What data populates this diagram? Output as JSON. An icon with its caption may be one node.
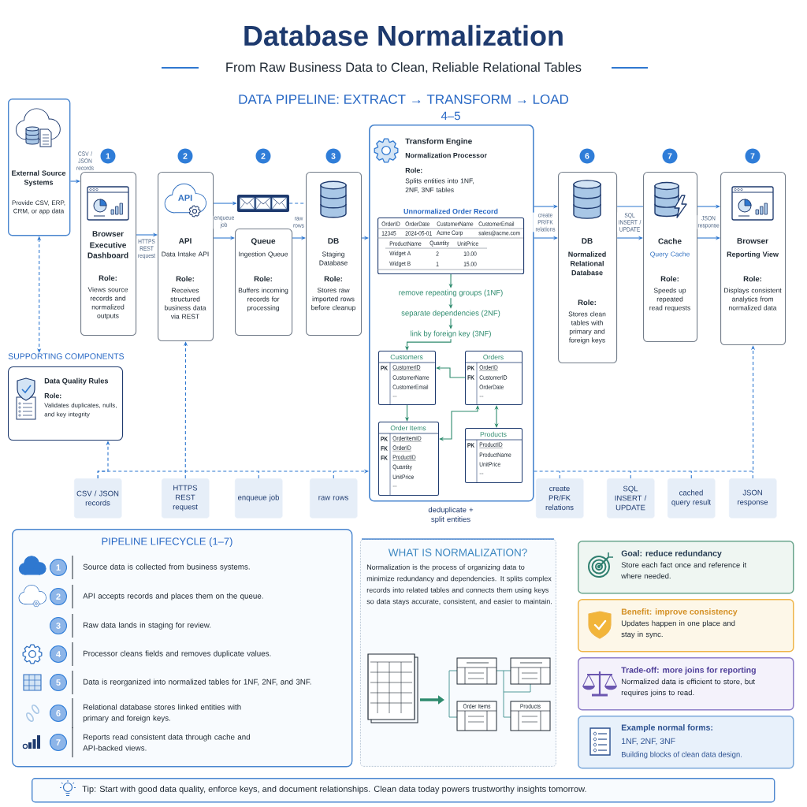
{
  "diagram": {
    "title": "Database Normalization",
    "nodes": [
      {
        "text": [
          "External Source Systems",
          "Provide CSV, ERP, CRM, or app data"
        ]
      },
      {
        "text": [
          "Browser",
          "Executive Dashboard",
          "Role:",
          "Views source records and normalized outputs"
        ],
        "beside": [
          "1"
        ]
      },
      {
        "text": [
          "API",
          "API",
          "Data Intake API",
          "Role:",
          "Receives structured business data via REST"
        ],
        "beside": [
          "2"
        ]
      },
      {
        "text": [
          "Queue",
          "Ingestion Queue",
          "Role:",
          "Buffers incoming records for processing"
        ],
        "beside": [
          "2"
        ]
      },
      {
        "text": [
          "DB",
          "Staging Database",
          "Role:",
          "Stores raw imported rows before cleanup"
        ],
        "beside": [
          "3"
        ]
      },
      {
        "text": [
          "Transform Engine",
          "Normalization Processor",
          "Role:",
          "Splits entities into 1NF, 2NF, 3NF tables"
        ],
        "beside": [
          "4–5"
        ]
      },
      {
        "text": [
          "Unnormalized Order Record",
          "OrderID",
          "OrderDate",
          "CustomerName",
          "CustomerEmail",
          "12345",
          "2024-05-01",
          "Acme Corp",
          "sales@acme.com",
          "ProductName",
          "Quantity",
          "UnitPrice",
          "Widget A",
          "2",
          "10.00",
          "Widget B",
          "1",
          "15.00"
        ],
        "in": 5
      },
      {
        "text": [
          "remove repeating groups (1NF)"
        ],
        "in": 5
      },
      {
        "text": [
          "separate dependencies (2NF)"
        ],
        "in": 5
      },
      {
        "text": [
          "link by foreign key (3NF)"
        ],
        "in": 5
      },
      {
        "text": [
          "Customers",
          "PK",
          "CustomerID",
          "CustomerName",
          "CustomerEmail",
          "..."
        ],
        "in": 5
      },
      {
        "text": [
          "Orders",
          "PK",
          "OrderID",
          "FK",
          "CustomerID",
          "OrderDate",
          "..."
        ],
        "in": 5
      },
      {
        "text": [
          "Order Items",
          "PK",
          "OrderItemID",
          "FK",
          "OrderID",
          "FK",
          "ProductID",
          "Quantity",
          "UnitPrice",
          "..."
        ],
        "in": 5
      },
      {
        "text": [
          "Products",
          "PK",
          "ProductID",
          "ProductName",
          "UnitPrice",
          "..."
        ],
        "in": 5
      },
      {
        "text": [
          "DB",
          "Normalized Relational Database",
          "Role:",
          "Stores clean tables with primary and foreign keys"
        ],
        "beside": [
          "6"
        ]
      },
      {
        "text": [
          "Cache",
          "Query Cache",
          "Role:",
          "Speeds up repeated read requests"
        ],
        "beside": [
          "7"
        ]
      },
      {
        "text": [
          "Browser",
          "Reporting View",
          "Role:",
          "Displays consistent analytics from normalized data"
        ],
        "beside": [
          "7"
        ]
      },
      {
        "text": [
          "SUPPORTING COMPONENTS",
          "Data Quality Rules",
          "Role:",
          "Validates duplicates, nulls, and key integrity"
        ]
      },
      {
        "text": [
          "CSV / JSON records"
        ]
      },
      {
        "text": [
          "HTTPS REST request"
        ]
      },
      {
        "text": [
          "enqueue job"
        ]
      },
      {
        "text": [
          "raw rows"
        ]
      },
      {
        "text": [
          "create PR/FK relations"
        ]
      },
      {
        "text": [
          "SQL INSERT / UPDATE"
        ]
      },
      {
        "text": [
          "cached query result"
        ]
      },
      {
        "text": [
          "JSON response"
        ]
      },
      {
        "text": [
          "PIPELINE LIFECYCLE (1–7)",
          "1",
          "Source data is collected from business systems.",
          "2",
          "API accepts records and places them on the queue.",
          "3",
          "Raw data lands in staging for review.",
          "4",
          "Processor cleans fields and removes duplicate values.",
          "5",
          "Data is reorganized into normalized tables for 1NF, 2NF, and 3NF.",
          "6",
          "Relational database stores linked entities with primary and foreign keys.",
          "7",
          "Reports read consistent data through cache and API-backed views."
        ]
      },
      {
        "text": [
          "WHAT IS NORMALIZATION?",
          "Normalization is the process of organizing data to minimize redundancy and dependencies. It splits complex records into related tables and connects them using keys so data stays accurate, consistent, and easier to maintain.",
          "Order Items",
          "Products"
        ]
      },
      {
        "text": [
          "Goal: reduce redundancy",
          "Store each fact once and reference it where needed."
        ]
      },
      {
        "text": [
          "Benefit: improve consistency",
          "Updates happen in one place and stay in sync."
        ]
      },
      {
        "text": [
          "Trade-off: more joins for reporting",
          "Normalized data is efficient to store, but requires joins to read."
        ]
      },
      {
        "text": [
          "Example normal forms:",
          "1NF, 2NF, 3NF",
          "Building blocks of clean data design."
        ]
      },
      {
        "text": [
          "Tip: Start with good data quality, enforce keys, and document relationships. Clean data today powers trustworthy insights tomorrow."
        ]
      }
    ],
    "edges": [
      {
        "from": 0,
        "to": 1,
        "arrow": "to",
        "label": "CSV / JSON records"
      },
      {
        "from": 1,
        "to": 2,
        "arrow": "to",
        "label": "HTTPS REST request"
      },
      {
        "from": 2,
        "to": 3,
        "arrow": "to"
      },
      {
        "from": 2,
        "to": 3,
        "arrow": "to",
        "label": "enqueue job"
      },
      {
        "from": 3,
        "to": 4,
        "arrow": "none",
        "style": "dashed"
      },
      {
        "from": 3,
        "to": 4,
        "arrow": "to",
        "label": "raw rows"
      },
      {
        "from": 4,
        "to": 5,
        "arrow": "to"
      },
      {
        "from": 5,
        "to": 14,
        "arrow": "to"
      },
      {
        "from": 5,
        "to": 14,
        "arrow": "to",
        "label": "create PR/FK relations"
      },
      {
        "from": 14,
        "to": 15,
        "arrow": "none"
      },
      {
        "from": 14,
        "to": 15,
        "arrow": "to",
        "label": "SQL INSERT / UPDATE"
      },
      {
        "from": 15,
        "to": 16,
        "arrow": "to"
      },
      {
        "from": 15,
        "to": 16,
        "arrow": "to",
        "label": "JSON response"
      },
      {
        "from": 6,
        "to": 7,
        "arrow": "to",
        "color": "#2e8b6e"
      },
      {
        "from": 7,
        "to": 8,
        "arrow": "to",
        "color": "#2e8b6e"
      },
      {
        "from": 8,
        "to": 9,
        "arrow": "to",
        "color": "#2e8b6e"
      },
      {
        "from": 9,
        "to": 10,
        "arrow": "to",
        "color": "#2e8b6e"
      },
      {
        "from": 11,
        "to": 10,
        "arrow": "to",
        "color": "#2e8b6e"
      },
      {
        "from": 10,
        "to": 12,
        "arrow": "to",
        "color": "#2e8b6e"
      },
      {
        "from": 11,
        "to": 12,
        "arrow": "both",
        "color": "#2e8b6e"
      },
      {
        "from": 11,
        "to": 13,
        "arrow": "both",
        "color": "#2e8b6e"
      },
      {
        "from": 0,
        "to": 17,
        "arrow": "both",
        "style": "dashed"
      },
      {
        "from": 18,
        "to": 5,
        "arrow": "to",
        "style": "dashed"
      },
      {
        "from": 18,
        "to": 17,
        "arrow": "to",
        "style": "dashed"
      },
      {
        "from": 19,
        "to": 2,
        "arrow": "to",
        "style": "dashed"
      },
      {
        "from": 5,
        "to": 16,
        "arrow": "to",
        "style": "dashed"
      },
      {
        "from": 20,
        "to": null,
        "arrow": "none",
        "style": "dashed"
      },
      {
        "from": 21,
        "to": null,
        "arrow": "none",
        "style": "dashed"
      },
      {
        "from": 22,
        "to": null,
        "arrow": "none",
        "style": "dashed"
      },
      {
        "from": 23,
        "to": null,
        "arrow": "none",
        "style": "dashed"
      },
      {
        "from": 24,
        "to": null,
        "arrow": "none",
        "style": "dashed"
      },
      {
        "from": 25,
        "to": null,
        "arrow": "none",
        "style": "dashed"
      }
    ],
    "labels": [
      "From Raw Business Data to Clean, Reliable Relational Tables",
      "DATA PIPELINE: EXTRACT → TRANSFORM → LOAD",
      "deduplicate + split entities"
    ]
  }
}
